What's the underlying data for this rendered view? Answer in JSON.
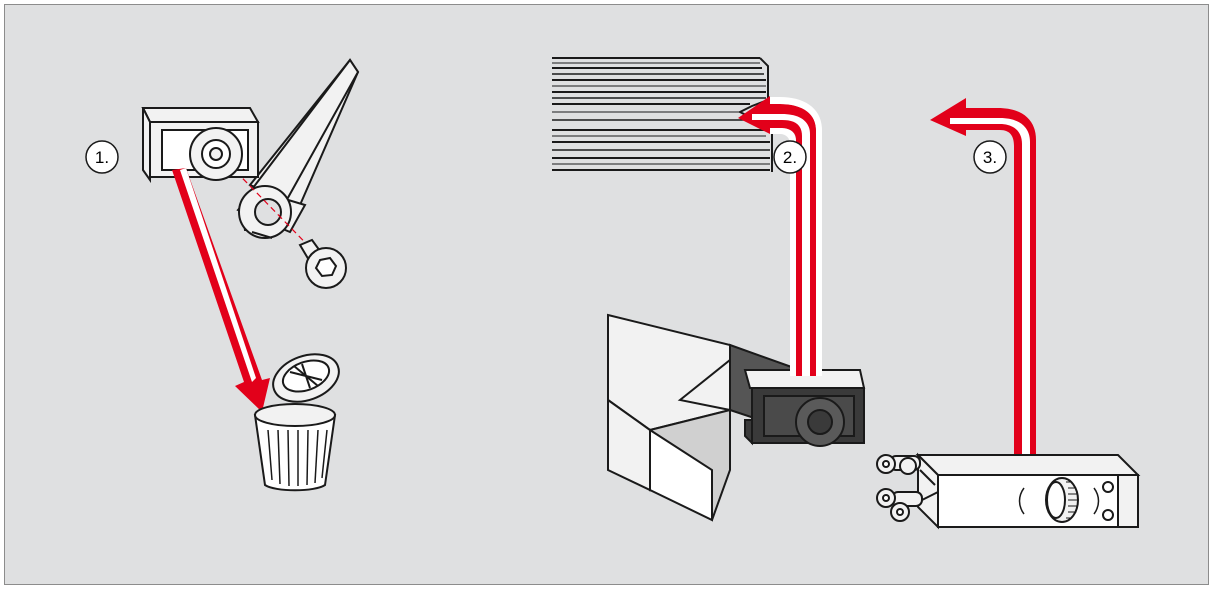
{
  "colors": {
    "background": "#dfe0e1",
    "arrow_red": "#e2001a",
    "line": "#1a1a1a",
    "part_dark": "#3a3a3a",
    "part_light": "#f2f2f2"
  },
  "steps": [
    {
      "label": "1."
    },
    {
      "label": "2."
    },
    {
      "label": "3."
    }
  ]
}
